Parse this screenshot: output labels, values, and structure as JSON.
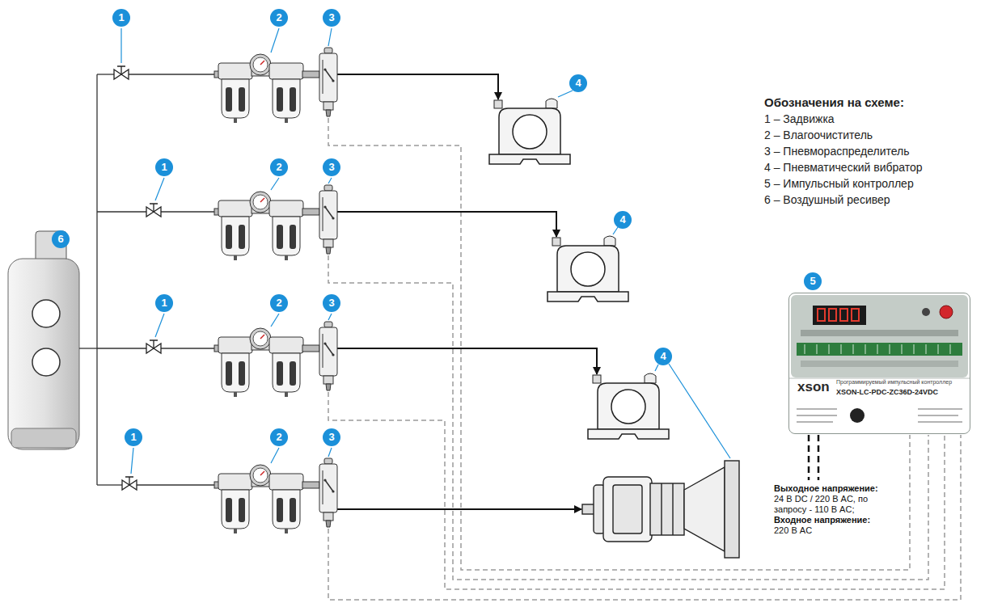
{
  "diagram": {
    "nodes": [
      {
        "text": [
          "xson",
          "Программируемый импульсный контроллер",
          "XSON-LC-PDC-ZC36D-24VDC"
        ]
      }
    ],
    "labels": [
      "6",
      "1",
      "2",
      "3",
      "4",
      "1",
      "2",
      "3",
      "4",
      "1",
      "2",
      "3",
      "4",
      "1",
      "2",
      "3",
      "5",
      "Обозначения на схеме:",
      "Выходное напряжение:",
      "24 В DC / 220 В AC, по запросу - 110 В AC;",
      "Входное напряжение:",
      "220 В AC"
    ],
    "legend": [
      {
        "text": "1 – Задвижка"
      },
      {
        "text": "2 – Влагоочиститель"
      },
      {
        "text": "3 – Пневмораспределитель"
      },
      {
        "text": "4 – Пневматический вибратор"
      },
      {
        "text": "5 – Импульсный контроллер"
      },
      {
        "text": "6 – Воздушный ресивер"
      }
    ]
  }
}
